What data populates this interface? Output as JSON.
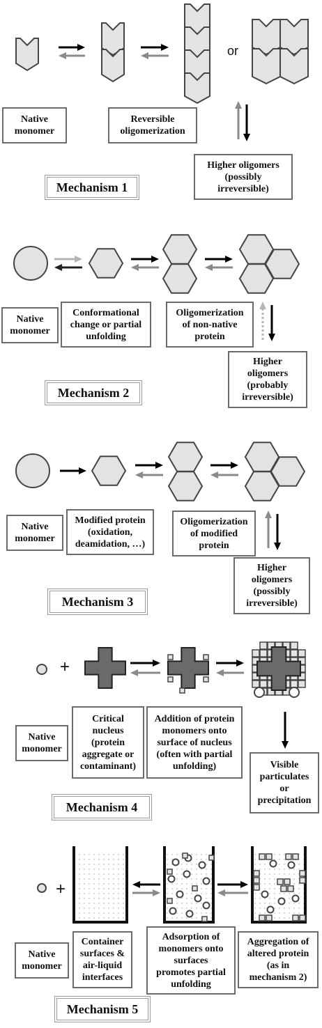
{
  "colors": {
    "shape_fill": "#e3e3e3",
    "shape_stroke": "#444444",
    "dark_fill": "#6a6a6a",
    "arrow_black": "#000000",
    "arrow_gray": "#8a8a8a",
    "arrow_light": "#b5b5b5",
    "box_border": "#6b6b6b"
  },
  "mechanism1": {
    "title": "Mechanism 1",
    "or_text": "or",
    "labels": {
      "native": "Native\nmonomer",
      "reversible": "Reversible\noligomerization",
      "higher": "Higher oligomers\n(possibly\nirreversible)"
    }
  },
  "mechanism2": {
    "title": "Mechanism 2",
    "labels": {
      "native": "Native\nmonomer",
      "conformational": "Conformational\nchange or partial\nunfolding",
      "oligomerization": "Oligomerization\nof non-native\nprotein",
      "higher": "Higher\noligomers\n(probably\nirreversible)"
    }
  },
  "mechanism3": {
    "title": "Mechanism 3",
    "labels": {
      "native": "Native\nmonomer",
      "modified": "Modified protein\n(oxidation,\ndeamidation, …)",
      "oligomerization": "Oligomerization\nof modified\nprotein",
      "higher": "Higher\noligomers\n(possibly\nirreversible)"
    }
  },
  "mechanism4": {
    "title": "Mechanism 4",
    "plus": "+",
    "labels": {
      "native": "Native\nmonomer",
      "nucleus": "Critical\nnucleus\n(protein\naggregate or\ncontaminant)",
      "addition": "Addition of protein\nmonomers onto\nsurface of nucleus\n(often with partial\nunfolding)",
      "visible": "Visible\nparticulates\nor\nprecipitation"
    }
  },
  "mechanism5": {
    "title": "Mechanism 5",
    "plus": "+",
    "labels": {
      "native": "Native\nmonomer",
      "container": "Container\nsurfaces &\nair-liquid\ninterfaces",
      "adsorption": "Adsorption of\nmonomers onto\nsurfaces\npromotes partial\nunfolding",
      "aggregation": "Aggregation of\naltered protein\n(as in\nmechanism 2)"
    }
  }
}
